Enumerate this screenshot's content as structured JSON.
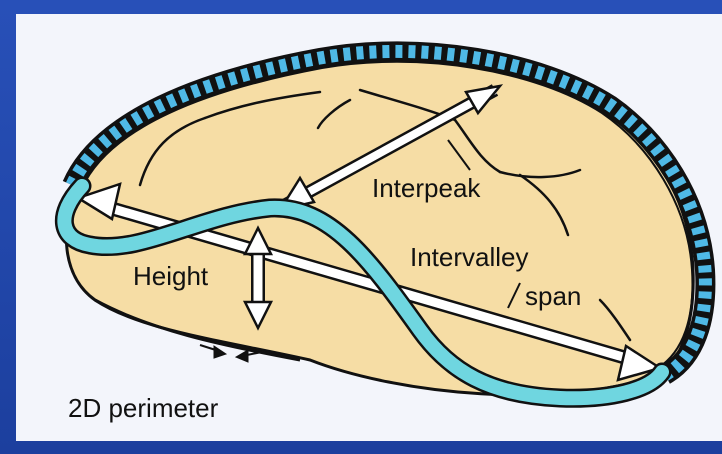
{
  "diagram": {
    "labels": {
      "interpeak": "Interpeak",
      "height": "Height",
      "intervalley": "Intervalley",
      "span": "span",
      "perimeter": "2D perimeter"
    },
    "colors": {
      "background": "#2452b5",
      "panel": "#f3f5fb",
      "leaflet_fill": "#f6dda5",
      "annulus_cyan": "#6fd6e0",
      "outline": "#111111",
      "arrow_fill": "#ffffff"
    }
  }
}
